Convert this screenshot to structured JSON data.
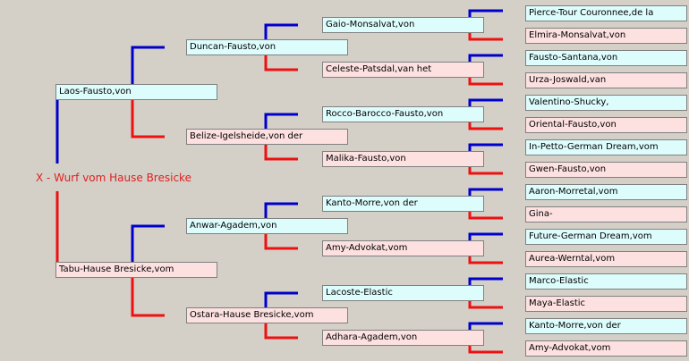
{
  "subject": "X - Wurf vom Hause Bresicke",
  "colors": {
    "male_line": "#0000cc",
    "female_line": "#ee1111",
    "male_box": "#ddfcfc",
    "female_box": "#fde0e0",
    "background": "#d4d0c8"
  },
  "parents": [
    {
      "name": "Laos-Fausto,von",
      "sex": "male"
    },
    {
      "name": "Tabu-Hause Bresicke,vom",
      "sex": "female"
    }
  ],
  "grandparents": [
    {
      "name": "Duncan-Fausto,von",
      "sex": "male"
    },
    {
      "name": "Belize-Igelsheide,von der",
      "sex": "female"
    },
    {
      "name": "Anwar-Agadem,von",
      "sex": "male"
    },
    {
      "name": "Ostara-Hause Bresicke,vom",
      "sex": "female"
    }
  ],
  "great_grandparents": [
    {
      "name": "Gaio-Monsalvat,von",
      "sex": "male"
    },
    {
      "name": "Celeste-Patsdal,van het",
      "sex": "female"
    },
    {
      "name": "Rocco-Barocco-Fausto,von",
      "sex": "male"
    },
    {
      "name": "Malika-Fausto,von",
      "sex": "female"
    },
    {
      "name": "Kanto-Morre,von der",
      "sex": "male"
    },
    {
      "name": "Amy-Advokat,vom",
      "sex": "female"
    },
    {
      "name": "Lacoste-Elastic",
      "sex": "male"
    },
    {
      "name": "Adhara-Agadem,von",
      "sex": "female"
    }
  ],
  "great_great_grandparents": [
    {
      "name": "Pierce-Tour Couronnee,de la",
      "sex": "male"
    },
    {
      "name": "Elmira-Monsalvat,von",
      "sex": "female"
    },
    {
      "name": "Fausto-Santana,von",
      "sex": "male"
    },
    {
      "name": "Urza-Joswald,van",
      "sex": "female"
    },
    {
      "name": "Valentino-Shucky,",
      "sex": "male"
    },
    {
      "name": "Oriental-Fausto,von",
      "sex": "female"
    },
    {
      "name": "In-Petto-German Dream,vom",
      "sex": "male"
    },
    {
      "name": "Gwen-Fausto,von",
      "sex": "female"
    },
    {
      "name": "Aaron-Morretal,vom",
      "sex": "male"
    },
    {
      "name": "Gina-",
      "sex": "female"
    },
    {
      "name": "Future-German Dream,vom",
      "sex": "male"
    },
    {
      "name": "Aurea-Werntal,vom",
      "sex": "female"
    },
    {
      "name": "Marco-Elastic",
      "sex": "male"
    },
    {
      "name": "Maya-Elastic",
      "sex": "female"
    },
    {
      "name": "Kanto-Morre,von der",
      "sex": "male"
    },
    {
      "name": "Amy-Advokat,vom",
      "sex": "female"
    }
  ]
}
